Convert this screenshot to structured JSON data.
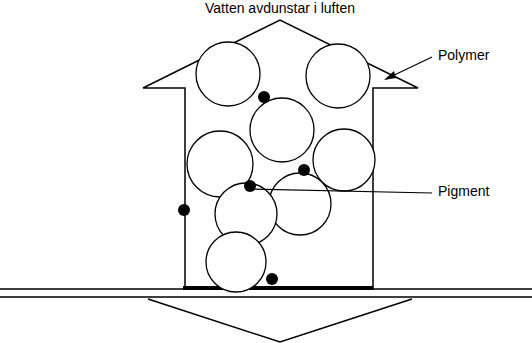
{
  "diagram": {
    "labels": [
      "Vatten avdunstar i luften",
      "Polymer",
      "Pigment"
    ]
  }
}
